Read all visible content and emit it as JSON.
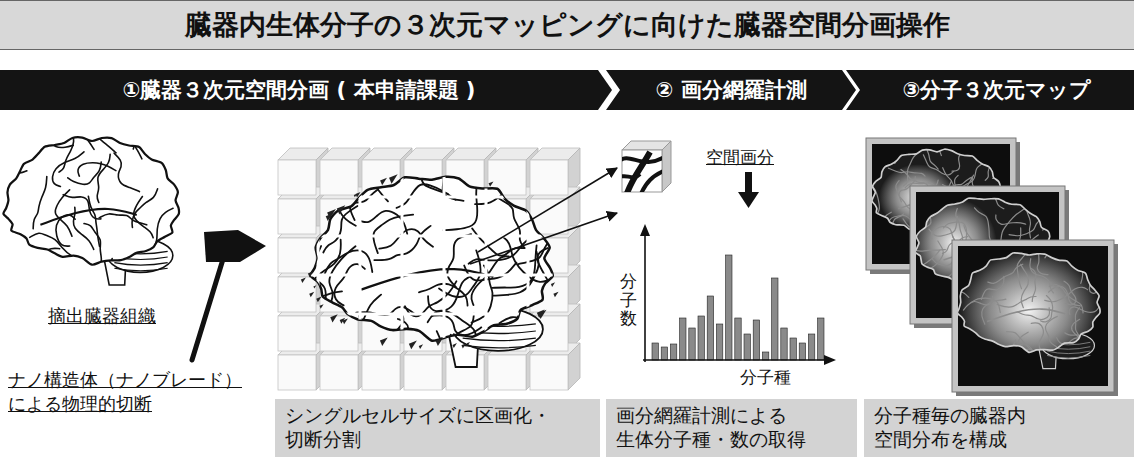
{
  "diagram": {
    "title": "臓器内生体分子の３次元マッピングに向けた臓器空間分画操作",
    "nodes": [
      {
        "text": [
          "①臓器３次元空間分画 ( 本申請課題 )"
        ]
      },
      {
        "text": [
          "② 画分網羅計測"
        ]
      },
      {
        "text": [
          "③分子３次元マップ"
        ]
      },
      {
        "text": [
          "シングルセルサイズに区画化・ 切断分割"
        ]
      },
      {
        "text": [
          "画分網羅計測による 生体分子種・数の取得"
        ]
      },
      {
        "text": [
          "分子種毎の臓器内 空間分布を構成"
        ]
      }
    ],
    "labels": [
      "摘出臓器組織",
      "ナノ構造体（ナノブレード） による物理的切断",
      "空間画分",
      "分子数",
      "分子種"
    ]
  }
}
